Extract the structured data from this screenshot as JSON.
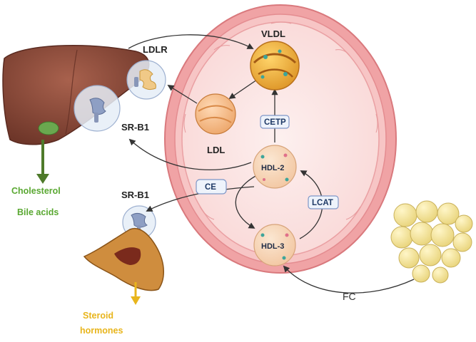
{
  "labels": {
    "vldl": "VLDL",
    "ldl": "LDL",
    "ldlr": "LDLR",
    "srb1_liver": "SR-B1",
    "srb1_adrenal": "SR-B1",
    "cholesterol": "Cholesterol",
    "bile_acids": "Bile acids",
    "steroid_line1": "Steroid",
    "steroid_line2": "hormones",
    "fc": "FC",
    "hdl2": "HDL-2",
    "hdl3": "HDL-3"
  },
  "boxes": {
    "cetp": "CETP",
    "lcat": "LCAT",
    "ce": "CE"
  },
  "colors": {
    "vessel_wall": "#f1a7a9",
    "vessel_lumen": "#fbe3e2",
    "liver": "#8a4a3a",
    "adrenal": "#c9843a",
    "fat_cells": "#f6e49a",
    "green_text": "#5aa832",
    "yellow_text": "#e8b51c",
    "box_border": "#7f97c8"
  }
}
